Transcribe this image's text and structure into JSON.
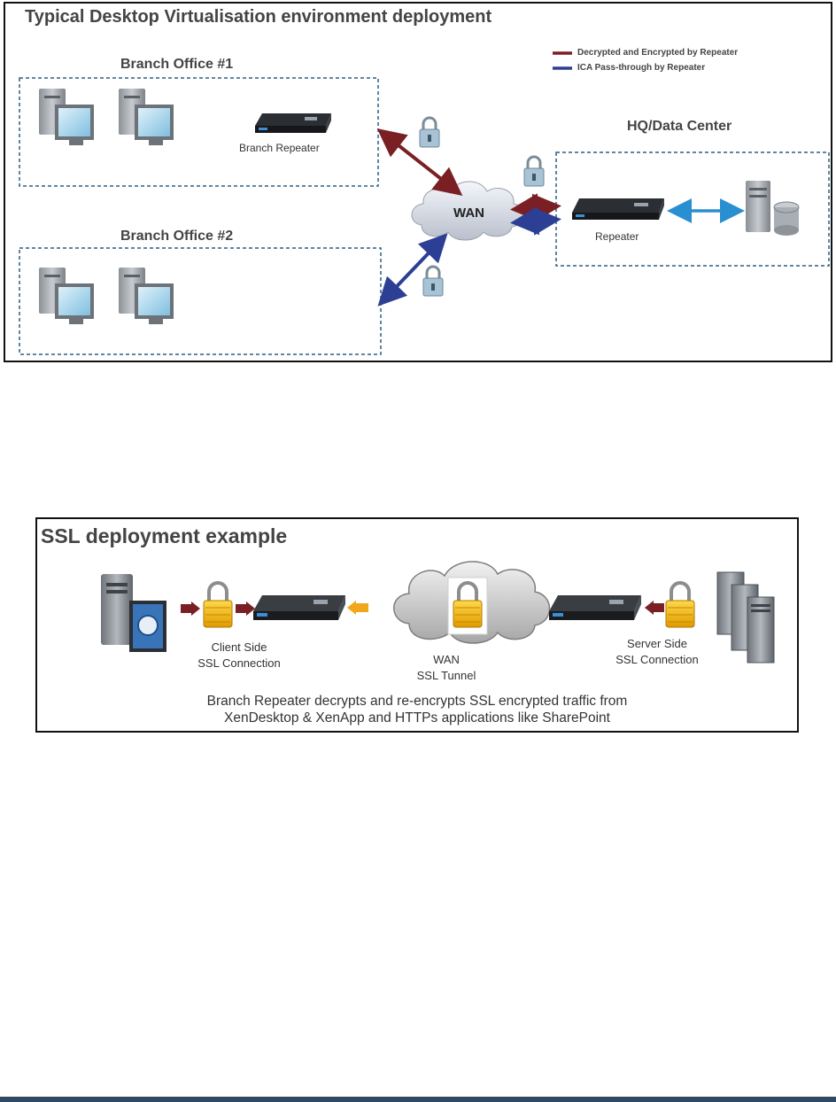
{
  "figure1": {
    "title": "Typical Desktop Virtualisation environment deployment",
    "branch1": "Branch Office #1",
    "branch2": "Branch Office #2",
    "hq": "HQ/Data Center",
    "branch_repeater": "Branch Repeater",
    "repeater": "Repeater",
    "wan": "WAN",
    "legend": [
      {
        "label": "Decrypted and Encrypted by Repeater",
        "color": "#7a1f24"
      },
      {
        "label": "ICA Pass-through by Repeater",
        "color": "#2c3f95"
      }
    ]
  },
  "figure2": {
    "title": "SSL deployment example",
    "client_caption": [
      "Client Side",
      "SSL Connection"
    ],
    "wan_caption": [
      "WAN",
      "SSL Tunnel"
    ],
    "server_caption": [
      "Server Side",
      "SSL Connection"
    ],
    "description": [
      "Branch Repeater decrypts and re-encrypts SSL encrypted traffic from",
      "XenDesktop & XenApp and HTTPs applications like SharePoint"
    ]
  },
  "colors": {
    "maroon": "#7a1f24",
    "blue": "#2c3f95",
    "light_blue": "#2a8fd0",
    "dashed_box": "#2f5f84",
    "lock_gold": "#f2b705",
    "arrow_orange": "#f0a81a"
  }
}
